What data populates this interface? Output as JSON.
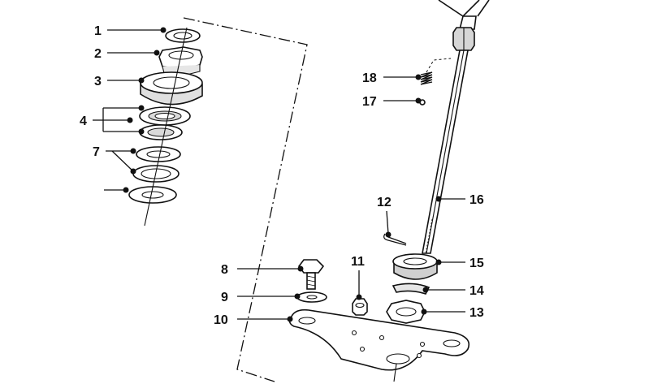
{
  "diagram": {
    "callouts": [
      {
        "id": "c1",
        "label": "1"
      },
      {
        "id": "c2",
        "label": "2"
      },
      {
        "id": "c3",
        "label": "3"
      },
      {
        "id": "c4",
        "label": "4"
      },
      {
        "id": "c7",
        "label": "7"
      },
      {
        "id": "c8",
        "label": "8"
      },
      {
        "id": "c9",
        "label": "9"
      },
      {
        "id": "c10",
        "label": "10"
      },
      {
        "id": "c11",
        "label": "11"
      },
      {
        "id": "c12",
        "label": "12"
      },
      {
        "id": "c13",
        "label": "13"
      },
      {
        "id": "c14",
        "label": "14"
      },
      {
        "id": "c15",
        "label": "15"
      },
      {
        "id": "c16",
        "label": "16"
      },
      {
        "id": "c17",
        "label": "17"
      },
      {
        "id": "c18",
        "label": "18"
      }
    ],
    "colors": {
      "ink": "#111111",
      "part_fill": "#ffffff",
      "shade": "#d9d9d9"
    }
  }
}
